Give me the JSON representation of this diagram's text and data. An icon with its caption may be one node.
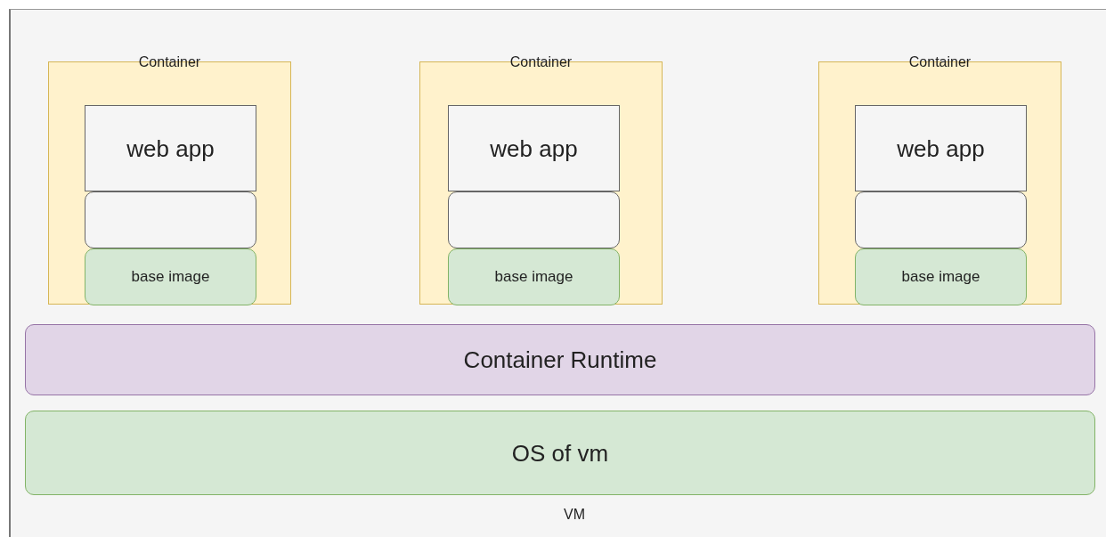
{
  "diagram": {
    "nodes": [
      {
        "text": [
          "VM"
        ]
      },
      {
        "text": [
          "Container"
        ],
        "in": 0
      },
      {
        "text": [
          "web app"
        ],
        "in": 1
      },
      {
        "text": [],
        "shape": "box",
        "in": 1
      },
      {
        "text": [
          "base image"
        ],
        "in": 1
      },
      {
        "text": [
          "Container"
        ],
        "in": 0
      },
      {
        "text": [
          "web app"
        ],
        "in": 5
      },
      {
        "text": [],
        "shape": "box",
        "in": 5
      },
      {
        "text": [
          "base image"
        ],
        "in": 5
      },
      {
        "text": [
          "Container"
        ],
        "in": 0
      },
      {
        "text": [
          "web app"
        ],
        "in": 9
      },
      {
        "text": [],
        "shape": "box",
        "in": 9
      },
      {
        "text": [
          "base image"
        ],
        "in": 9
      },
      {
        "text": [
          "Container Runtime"
        ],
        "in": 0
      },
      {
        "text": [
          "OS of vm"
        ],
        "in": 0
      }
    ]
  }
}
